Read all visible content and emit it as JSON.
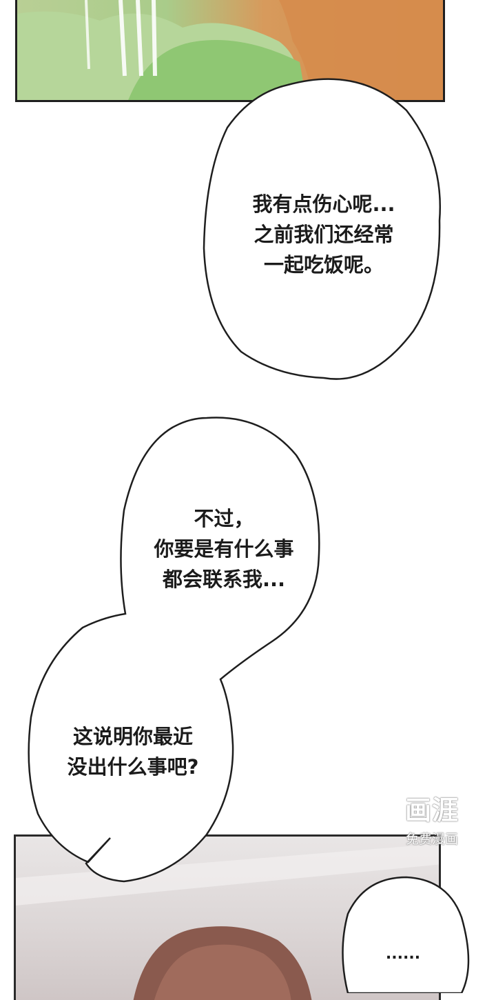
{
  "bubbles": {
    "first": "我有点伤心呢...\n之前我们还经常\n一起吃饭呢。",
    "second": "不过，\n你要是有什么事\n都会联系我...",
    "third": "这说明你最近\n没出什么事吧?",
    "fourth": "......"
  },
  "watermark": {
    "logo": "画涯",
    "subtitle": "免费漫画"
  },
  "colors": {
    "ink": "#1b1b1b",
    "lettuce_green": "#a9cc8a",
    "food_orange": "#d28a4a",
    "hair_brown": "#8a5a4e"
  }
}
